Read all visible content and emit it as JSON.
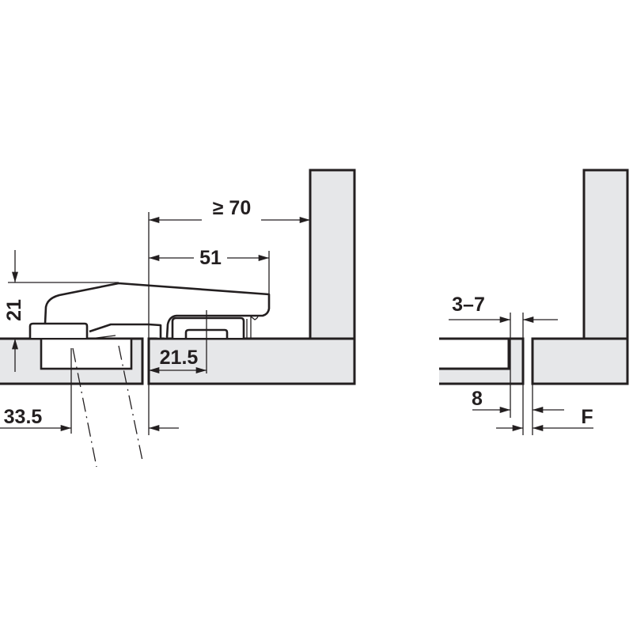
{
  "drawing": {
    "left_view": {
      "dim_min_distance": "≥ 70",
      "dim_arm_length": "51",
      "dim_height": "21",
      "dim_mount_offset": "21.5",
      "dim_cup_distance": "33.5"
    },
    "right_view": {
      "dim_gap": "3–7",
      "dim_door_thickness": "8",
      "dim_overlay": "F"
    },
    "colors": {
      "panel_fill": "#e6e7e9",
      "line": "#231f20"
    }
  }
}
